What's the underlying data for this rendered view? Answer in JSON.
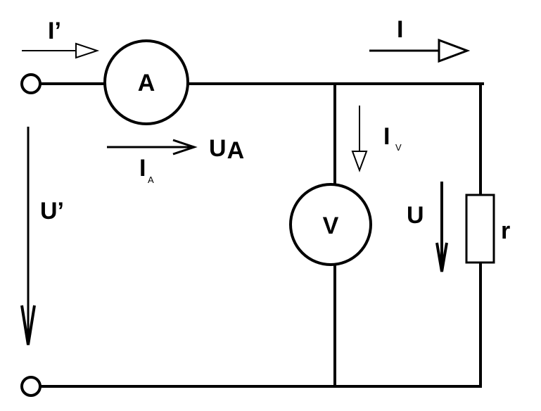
{
  "colors": {
    "stroke": "#000000",
    "background": "#ffffff"
  },
  "labels": {
    "i_prime": "I’",
    "i": "I",
    "ammeter": "A",
    "voltmeter": "V",
    "u_a_main": "U",
    "u_a_sub": "A",
    "i_a_main": "I",
    "i_a_sub": "A",
    "i_v_main": "I",
    "i_v_sub": "V",
    "u": "U",
    "u_prime": "U’",
    "r": "r"
  }
}
